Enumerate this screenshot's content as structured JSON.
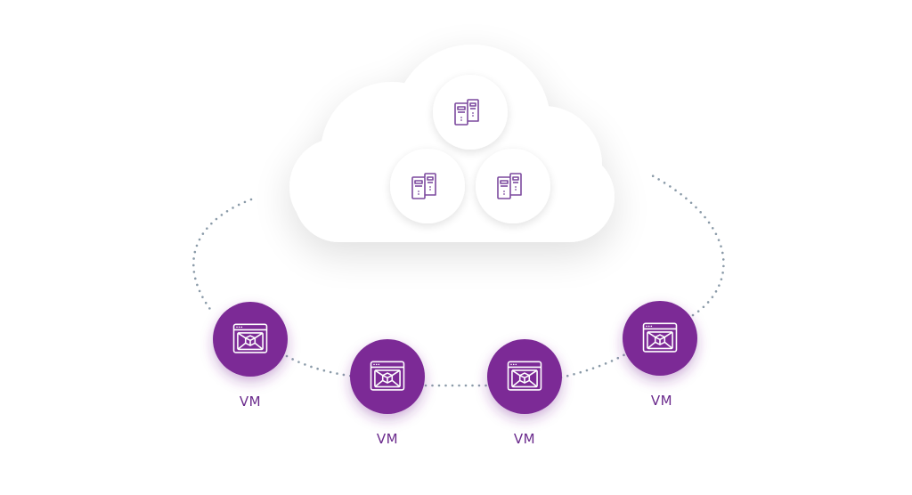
{
  "colors": {
    "accent": "#7b2a96",
    "server_icon": "#7b4a9e",
    "dotted_path": "#8a9aa8",
    "cloud": "#ffffff",
    "background": "#ffffff"
  },
  "cloud": {
    "server_nodes": [
      {
        "icon": "server-rack-icon"
      },
      {
        "icon": "server-rack-icon"
      },
      {
        "icon": "server-rack-icon"
      }
    ]
  },
  "vms": [
    {
      "label": "VM",
      "icon": "vm-window-cube-icon"
    },
    {
      "label": "VM",
      "icon": "vm-window-cube-icon"
    },
    {
      "label": "VM",
      "icon": "vm-window-cube-icon"
    },
    {
      "label": "VM",
      "icon": "vm-window-cube-icon"
    }
  ]
}
